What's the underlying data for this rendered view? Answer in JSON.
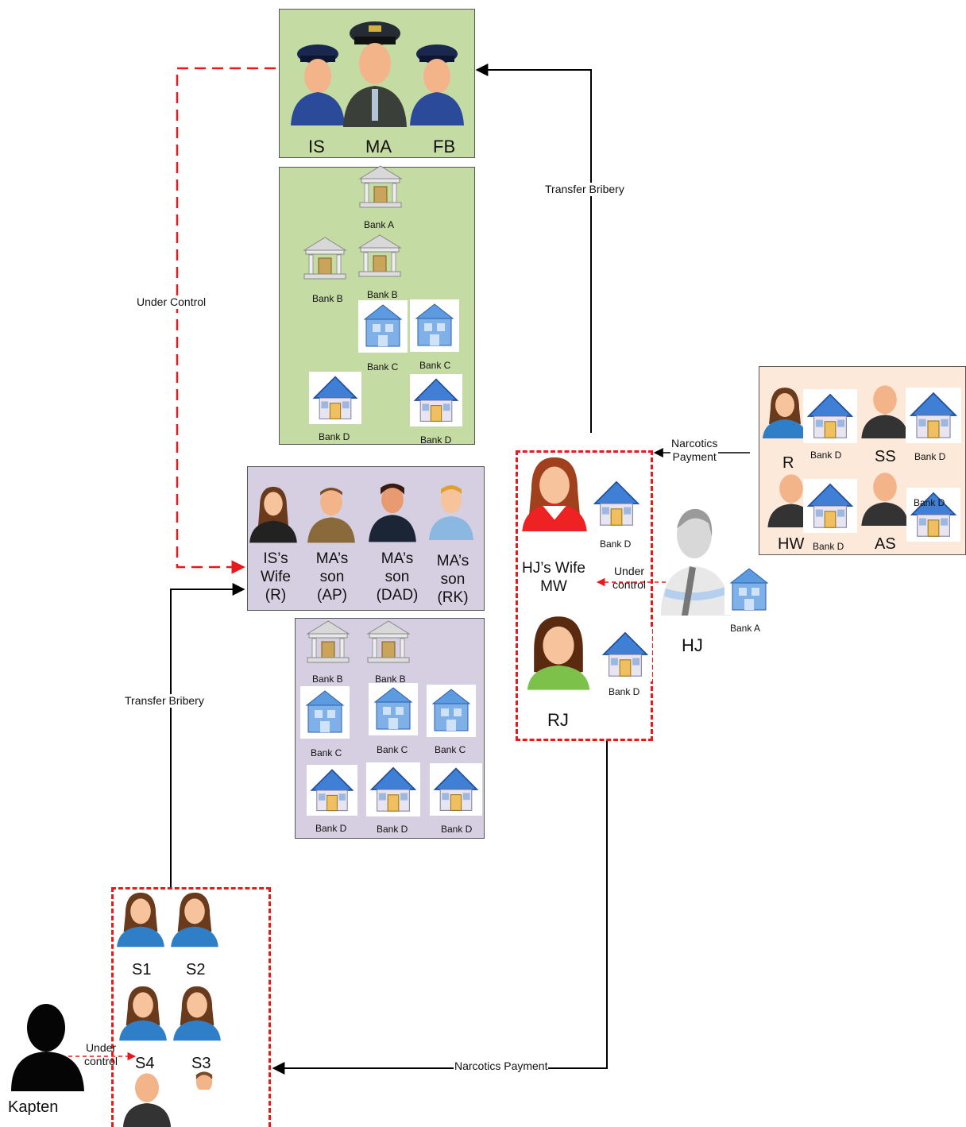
{
  "officials": {
    "names": [
      "IS",
      "MA",
      "FB"
    ]
  },
  "bank_box_1": {
    "labels": [
      "Bank A",
      "Bank B",
      "Bank B",
      "Bank C",
      "Bank C",
      "Bank D",
      "Bank D"
    ]
  },
  "family": {
    "lines": [
      [
        "IS’s",
        "Wife",
        "(R)"
      ],
      [
        "MA’s",
        "son",
        "(AP)"
      ],
      [
        "MA’s",
        "son",
        "(DAD)"
      ],
      [
        "MA’s",
        "son",
        "(RK)"
      ]
    ]
  },
  "bank_box_2": {
    "labels": [
      "Bank B",
      "Bank B",
      "Bank C",
      "Bank C",
      "Bank C",
      "Bank D",
      "Bank D",
      "Bank D"
    ]
  },
  "hj_group": {
    "wife_lines": [
      "HJ’s Wife",
      "MW"
    ],
    "wife_bank": "Bank D",
    "rj": "RJ",
    "rj_bank": "Bank D",
    "hj": "HJ",
    "hj_bank": "Bank A"
  },
  "dealers": {
    "names": [
      "R",
      "SS",
      "HW",
      "AS"
    ],
    "banks": [
      "Bank D",
      "Bank D",
      "Bank D",
      "Bank D"
    ]
  },
  "students": {
    "names": [
      "S1",
      "S2",
      "S4",
      "S3"
    ]
  },
  "kapten": "Kapten",
  "edges": {
    "under_control_main": "Under Control",
    "transfer_bribery_top": "Transfer Bribery",
    "transfer_bribery_bottom": "Transfer Bribery",
    "narcotics_payment_top": [
      "Narcotics",
      "Payment"
    ],
    "narcotics_payment_bottom": "Narcotics Payment",
    "under_control_hj": [
      "Under",
      "control"
    ],
    "under_control_kapten": [
      "Under",
      "control"
    ]
  },
  "colors": {
    "green_box": "#c5dba4",
    "purple_box": "#d5cfe1",
    "peach_box": "#fde9d9",
    "red_dashed": "#e8191b",
    "arrow": "#000000"
  }
}
